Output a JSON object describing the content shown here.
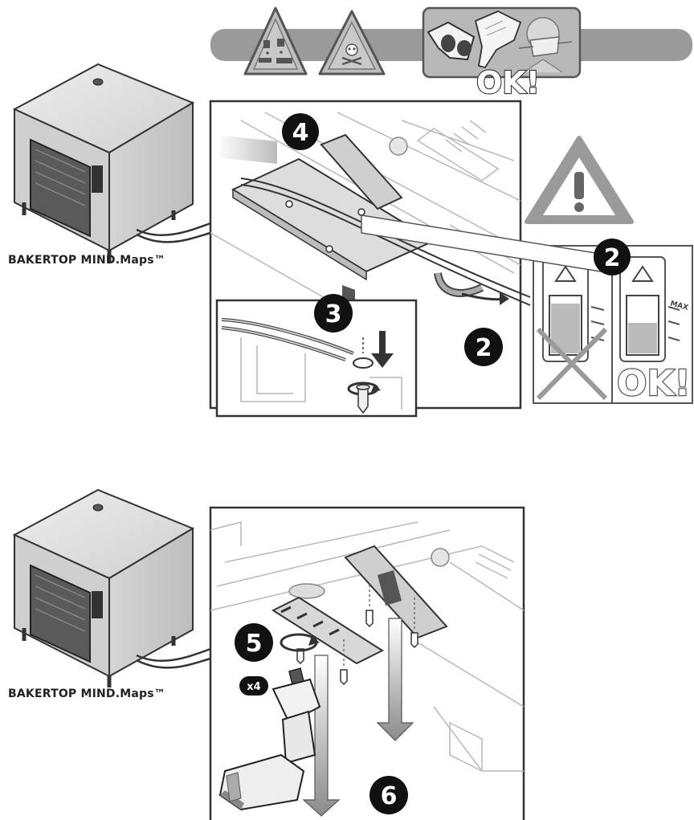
{
  "header": {
    "band_color": "#9a9a9a",
    "ppe_ok_label": "OK!",
    "icons": [
      "corrosive-warning-icon",
      "toxic-warning-icon",
      "safety-glasses-icon",
      "protective-gloves-icon",
      "face-mask-icon"
    ]
  },
  "top_panel": {
    "product_label": "BAKERTOP MIND.Maps™",
    "steps": {
      "s4": "4",
      "s3": "3",
      "s2a": "2",
      "s2b": "2"
    },
    "inset_ok_label": "OK!",
    "max_label": "MAX"
  },
  "bottom_panel": {
    "product_label": "BAKERTOP MIND.Maps™",
    "steps": {
      "s5": "5",
      "s6": "6"
    },
    "screw_count": "x4"
  }
}
